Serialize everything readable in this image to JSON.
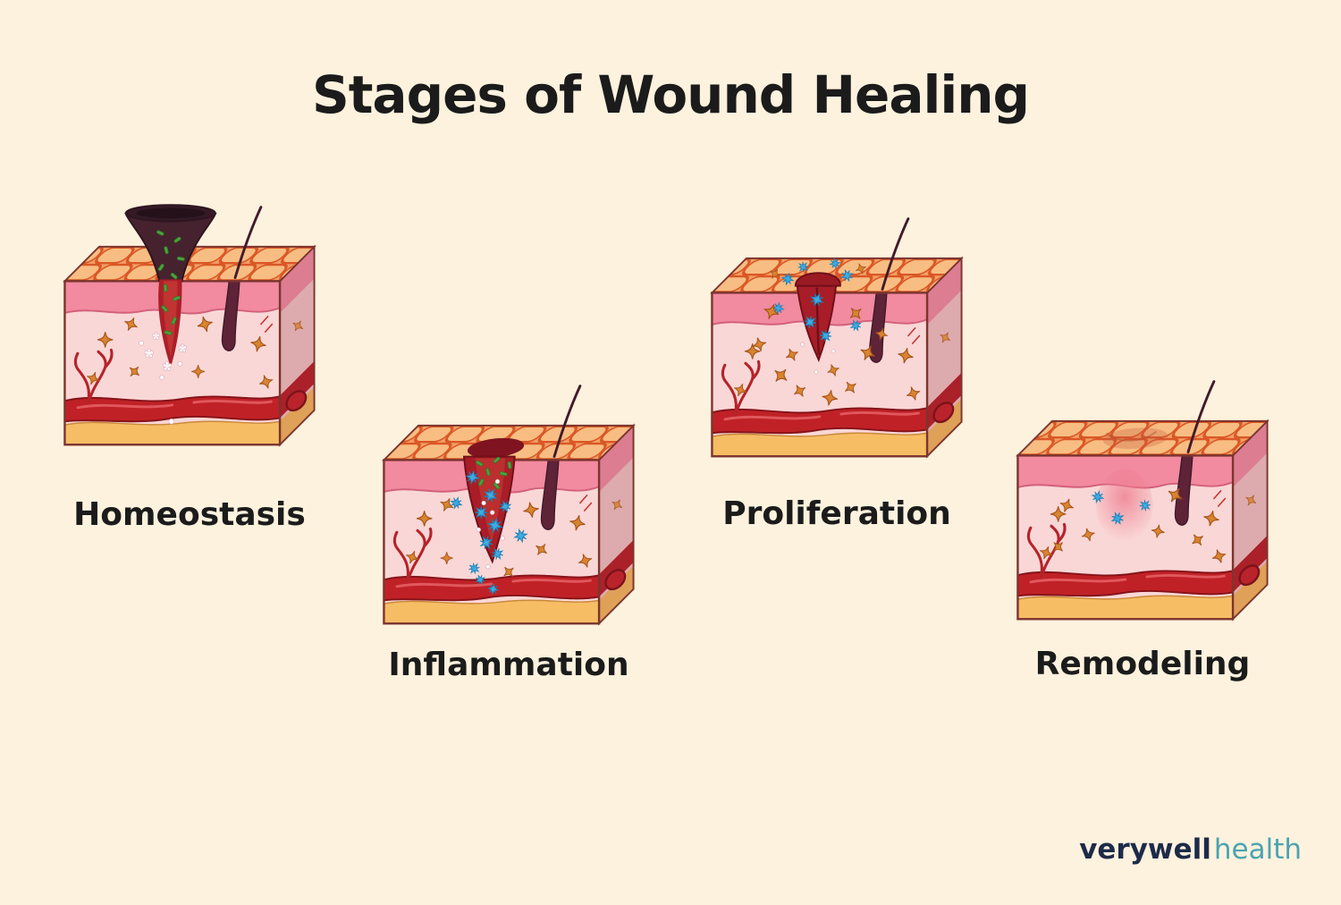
{
  "page": {
    "title": "Stages of Wound Healing"
  },
  "stages": [
    {
      "label": "Homeostasis"
    },
    {
      "label": "Inflammation"
    },
    {
      "label": "Proliferation"
    },
    {
      "label": "Remodeling"
    }
  ],
  "branding": {
    "brand": "verywell",
    "suffix": "health"
  },
  "colors": {
    "background": "#fcf2de",
    "title_text": "#1b1b1b",
    "brand_navy": "#1d2b49",
    "brand_teal": "#4ba3b1",
    "skin_epidermis": "#f28aa0",
    "skin_dermis": "#f9d7d6",
    "skin_fat": "#f6bd64",
    "vessel_red": "#c02127",
    "wound_red": "#a81d27",
    "fibroblast_orange": "#d8842f",
    "immune_cell_blue": "#3dabe2",
    "bacteria_green": "#4da33f"
  }
}
